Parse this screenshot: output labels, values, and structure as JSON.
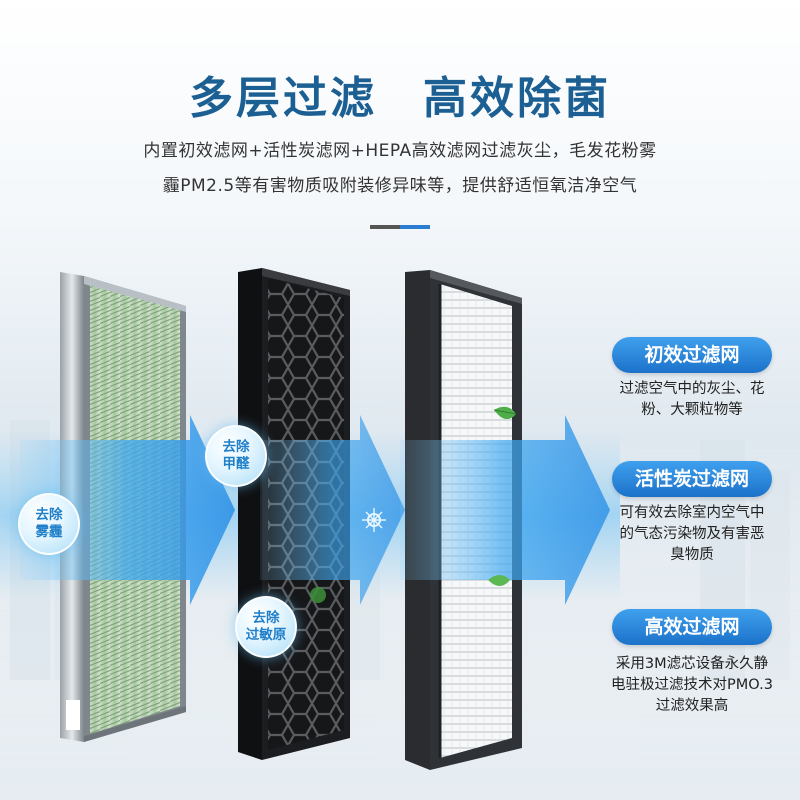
{
  "header": {
    "title_left": "多层过滤",
    "title_right": "高效除菌",
    "line1": "内置初效滤网+活性炭滤网+HEPA高效滤网过滤灰尘，毛发花粉雾",
    "line2": "霾PM2.5等有害物质吸附装修异味等，提供舒适恒氧洁净空气"
  },
  "features": [
    {
      "name": "初效过滤网",
      "desc_lines": [
        "过滤空气中的灰尘、花",
        "粉、大颗粒物等"
      ]
    },
    {
      "name": "活性炭过滤网",
      "desc_lines": [
        "可有效去除室内空气中",
        "的气态污染物及有害恶",
        "臭物质"
      ]
    },
    {
      "name": "高效过滤网",
      "desc_lines": [
        "采用3M滤芯设备永久静",
        "电驻极过滤技术对PMO.3",
        "过滤效果高"
      ]
    }
  ],
  "bubbles": [
    {
      "line1": "去除",
      "line2": "雾霾"
    },
    {
      "line1": "去除",
      "line2": "甲醛"
    },
    {
      "line1": "去除",
      "line2": "过敏原"
    }
  ],
  "colors": {
    "title": "#1c5f93",
    "accent_blue": "#1c72c9",
    "airflow": "#3aa6ef",
    "carbon": "#1e1f21"
  },
  "icons": [
    "leaf-icon",
    "sparkle-icon"
  ]
}
